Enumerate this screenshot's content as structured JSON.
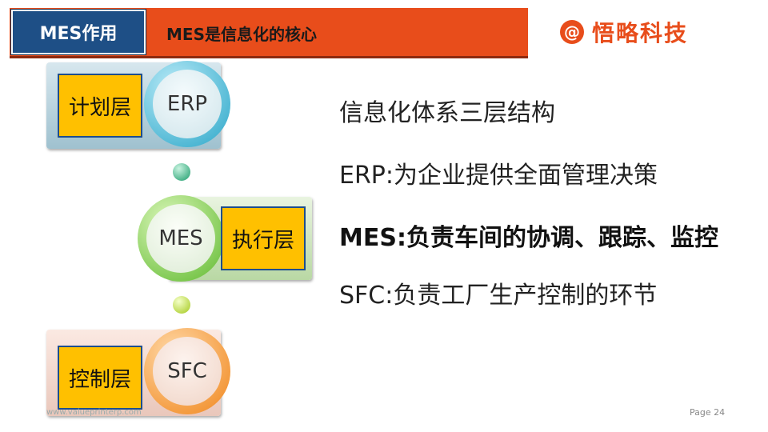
{
  "header": {
    "tab_label": "MES作用",
    "subtitle": "MES是信息化的核心",
    "logo_icon": "@",
    "logo_text": "悟略科技",
    "accent_color": "#e84d1b"
  },
  "layers": {
    "erp": {
      "box_label": "计划层",
      "circle_label": "ERP"
    },
    "mes": {
      "box_label": "执行层",
      "circle_label": "MES"
    },
    "sfc": {
      "box_label": "控制层",
      "circle_label": "SFC"
    }
  },
  "content": {
    "lines": [
      "信息化体系三层结构",
      "ERP:为企业提供全面管理决策",
      "MES:负责车间的协调、跟踪、监控",
      "SFC:负责工厂生产控制的环节"
    ]
  },
  "footer": {
    "url": "www.valueprinterp.com",
    "page": "Page 24"
  }
}
